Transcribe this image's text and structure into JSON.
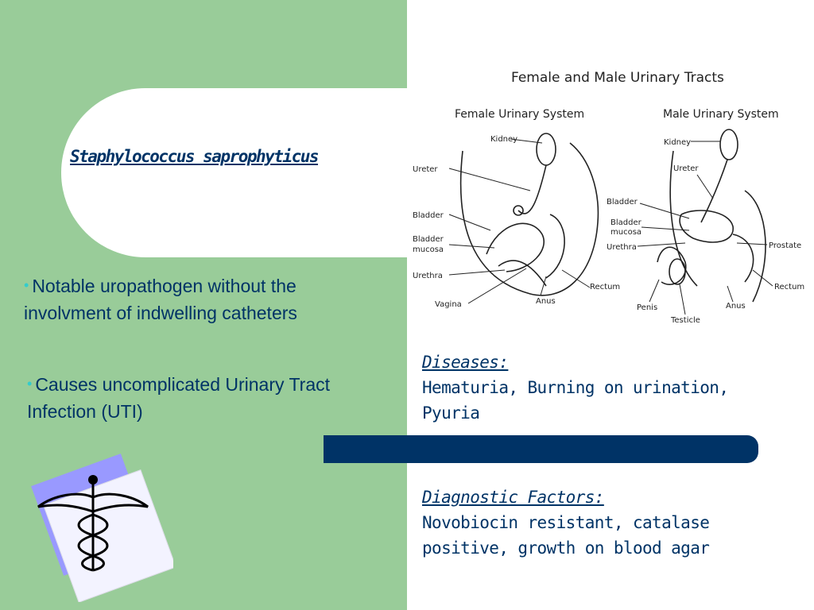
{
  "slide": {
    "title": "Staphylococcus saprophyticus",
    "bullets": [
      "Notable uropathogen without the involvment of indwelling catheters",
      "Causes uncomplicated Urinary Tract Infection (UTI)"
    ],
    "bullet_symbol": "•"
  },
  "diagram": {
    "title": "Female and Male Urinary Tracts",
    "female": {
      "heading": "Female Urinary System",
      "labels": [
        "Kidney",
        "Ureter",
        "Bladder",
        "Bladder",
        "mucosa",
        "Urethra",
        "Vagina",
        "Anus",
        "Rectum"
      ]
    },
    "male": {
      "heading": "Male Urinary System",
      "labels": [
        "Kidney",
        "Ureter",
        "Bladder",
        "Bladder",
        "mucosa",
        "Urethra",
        "Prostate",
        "Rectum",
        "Penis",
        "Testicle",
        "Anus"
      ]
    }
  },
  "diseases": {
    "heading": "Diseases:",
    "text": "Hematuria, Burning on urination, Pyuria"
  },
  "diagnostic": {
    "heading": "Diagnostic Factors:",
    "text": "Novobiocin resistant, catalase positive, growth on blood agar"
  },
  "colors": {
    "green_panel": "#99cc99",
    "navy": "#003366",
    "bullet_teal": "#33cccc",
    "lavender": "#9999ff"
  },
  "icons": {
    "medical": "caduceus-icon"
  }
}
